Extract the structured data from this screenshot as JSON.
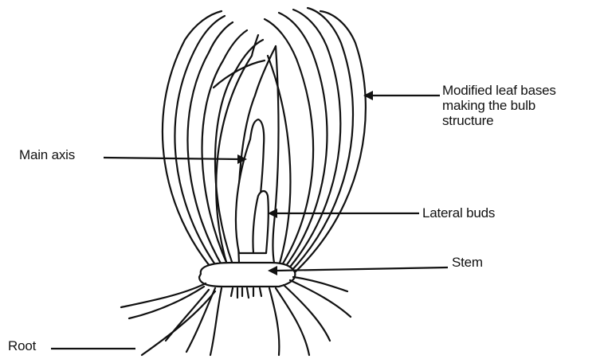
{
  "labels": {
    "leaf_bases": [
      "Modified leaf bases",
      "making the bulb",
      "structure"
    ],
    "main_axis": "Main axis",
    "lateral_buds": "Lateral buds",
    "stem": "Stem",
    "root": "Root"
  },
  "colors": {
    "ink": "#111111",
    "background": "#ffffff"
  }
}
